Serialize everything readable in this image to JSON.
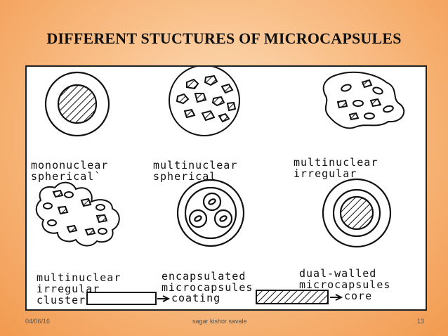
{
  "slide": {
    "title": "DIFFERENT STUCTURES OF MICROCAPSULES",
    "footer_date": "04/06/16",
    "footer_author": "sagar kishor savale",
    "page_number": "13"
  },
  "figure": {
    "captions": {
      "mononuclear": [
        "mononuclear",
        "spherical`"
      ],
      "multinuclear_spherical": [
        "multinuclear",
        "spherical"
      ],
      "multinuclear_irregular": [
        "multinuclear",
        "irregular"
      ],
      "multinuclear_cluster": [
        "multinuclear",
        "irregular",
        "cluster"
      ],
      "encapsulated": [
        "encapsulated",
        "microcapsules"
      ],
      "dual_walled": [
        "dual-walled",
        "microcapsules"
      ]
    },
    "legend": {
      "coating_label": "coating",
      "core_label": "core"
    },
    "icons": [
      "mononuclear-capsule-icon",
      "multinuclear-spherical-icon",
      "multinuclear-irregular-icon",
      "multinuclear-cluster-icon",
      "encapsulated-microcapsules-icon",
      "dual-walled-capsule-icon"
    ]
  },
  "colors": {
    "ink": "#111111",
    "background_center": "#fde3c4",
    "background_edge": "#f29a4f"
  }
}
